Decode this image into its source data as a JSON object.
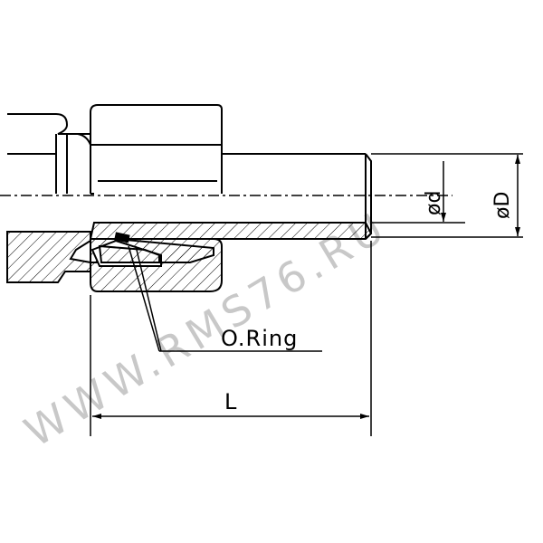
{
  "labels": {
    "o_ring": "O.Ring",
    "length": "L",
    "inner_dia": "ød",
    "outer_dia": "øD"
  },
  "watermark": "WWW.RMS76.RU"
}
